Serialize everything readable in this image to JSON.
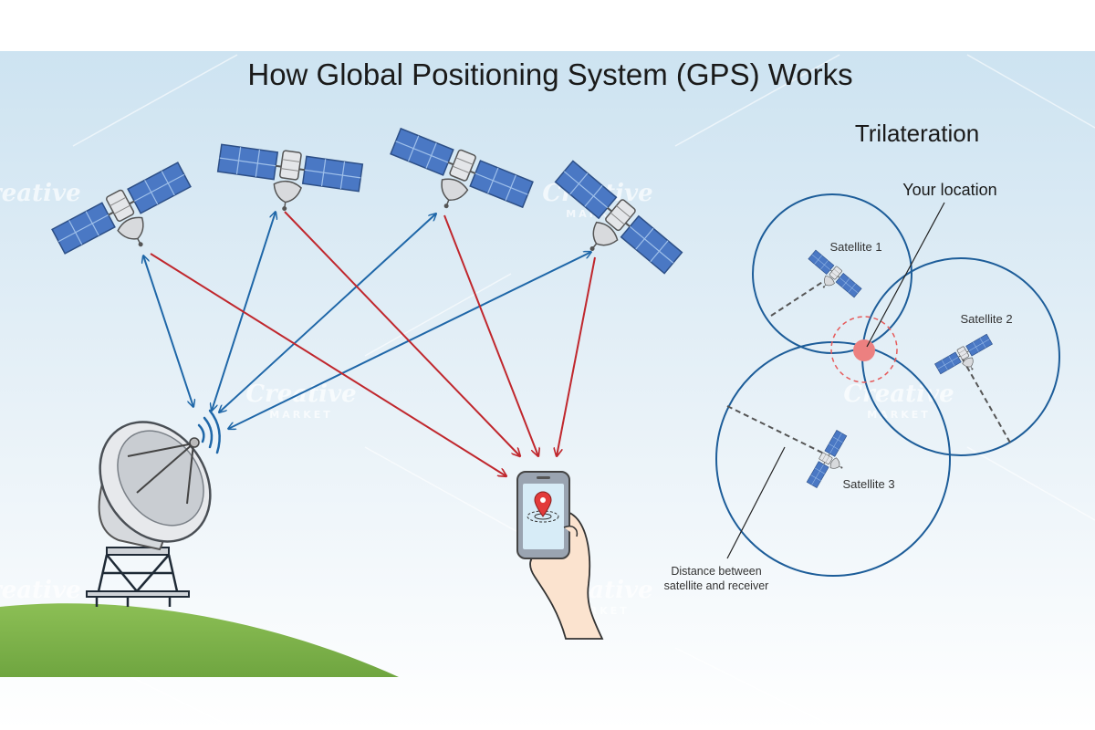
{
  "title": "How Global Positioning System (GPS) Works",
  "trilateration": {
    "heading": "Trilateration",
    "your_location": "Your location",
    "satellite_1": "Satellite 1",
    "satellite_2": "Satellite 2",
    "satellite_3": "Satellite 3",
    "distance_line_1": "Distance between",
    "distance_line_2": "satellite and receiver"
  },
  "watermark": {
    "brand": "Creative",
    "sub": "MARKET"
  },
  "colors": {
    "sky_top": "#cfe4f2",
    "ground": "#7bb04a",
    "uplink_arrow": "#1f67a8",
    "downlink_arrow": "#c0272d",
    "circle": "#1d5d99",
    "location_marker": "#e65a5a",
    "solar_panel": "#4a78c4",
    "title_text": "#1a1a1a"
  },
  "icons": [
    "satellite-icon",
    "ground-station-dish-icon",
    "smartphone-icon",
    "map-pin-icon",
    "hand-icon",
    "signal-waves-icon"
  ]
}
